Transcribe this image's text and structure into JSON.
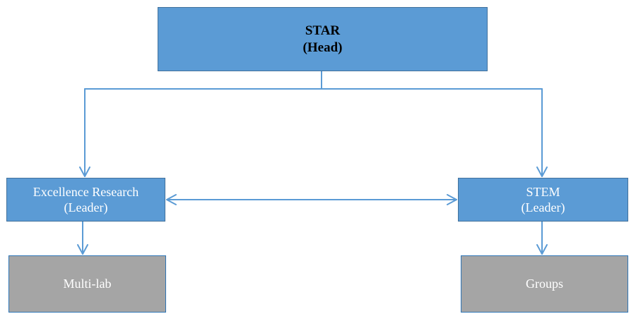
{
  "diagram": {
    "head": {
      "title": "STAR",
      "role": "(Head)"
    },
    "left_leader": {
      "title": "Excellence Research",
      "role": "(Leader)"
    },
    "right_leader": {
      "title": "STEM",
      "role": "(Leader)"
    },
    "left_child": {
      "label": "Multi-lab"
    },
    "right_child": {
      "label": "Groups"
    },
    "colors": {
      "node_fill": "#5b9bd5",
      "node_border": "#41719c",
      "leaf_fill": "#a5a5a5",
      "connector": "#5b9bd5"
    },
    "connections": [
      {
        "from": "head",
        "to": "left_leader",
        "arrow": "end"
      },
      {
        "from": "head",
        "to": "right_leader",
        "arrow": "end"
      },
      {
        "from": "left_leader",
        "to": "right_leader",
        "arrow": "both"
      },
      {
        "from": "left_leader",
        "to": "left_child",
        "arrow": "end"
      },
      {
        "from": "right_leader",
        "to": "right_child",
        "arrow": "end"
      }
    ]
  }
}
